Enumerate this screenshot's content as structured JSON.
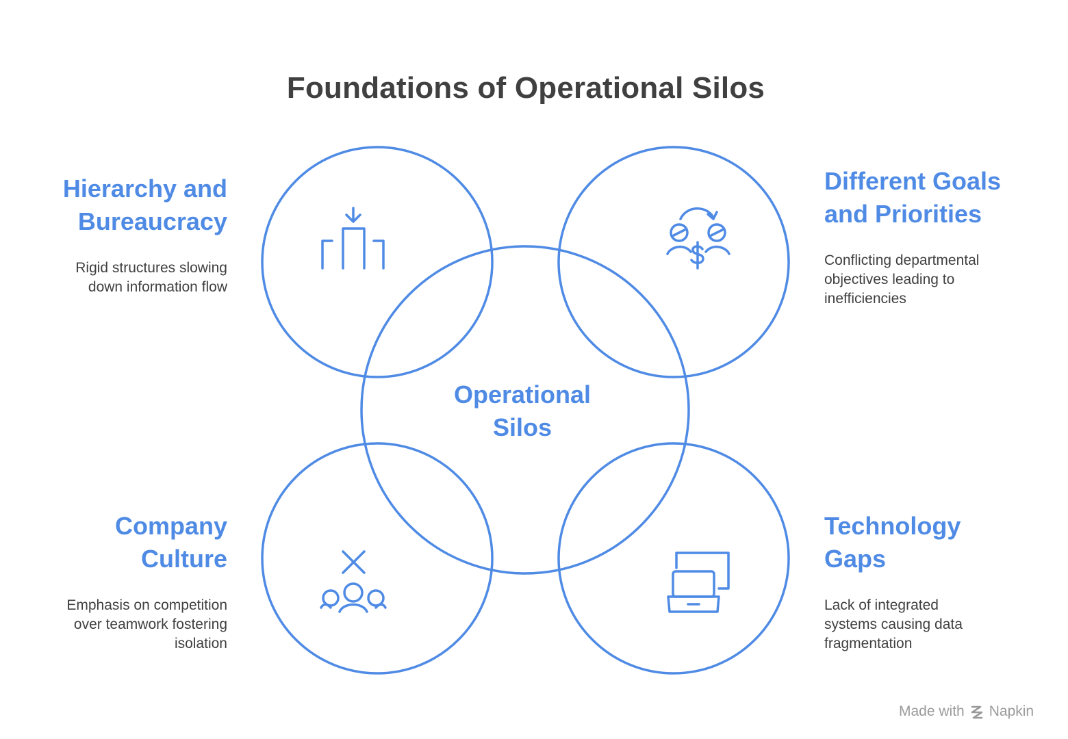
{
  "title": "Foundations of Operational Silos",
  "center": {
    "label_line1": "Operational",
    "label_line2": "Silos"
  },
  "accent_color": "#4f8be5",
  "text_color": "#404040",
  "items": [
    {
      "head_line1": "Hierarchy and",
      "head_line2": "Bureaucracy",
      "desc_line1": "Rigid structures slowing",
      "desc_line2": "down information flow",
      "desc_line3": "",
      "icon": "hierarchy-icon"
    },
    {
      "head_line1": "Different Goals",
      "head_line2": "and Priorities",
      "desc_line1": "Conflicting departmental",
      "desc_line2": "objectives leading to",
      "desc_line3": "inefficiencies",
      "icon": "conflicting-goals-icon"
    },
    {
      "head_line1": "Company",
      "head_line2": "Culture",
      "desc_line1": "Emphasis on competition",
      "desc_line2": "over teamwork fostering",
      "desc_line3": "isolation",
      "icon": "team-conflict-icon"
    },
    {
      "head_line1": "Technology",
      "head_line2": "Gaps",
      "desc_line1": "Lack of integrated",
      "desc_line2": "systems causing data",
      "desc_line3": "fragmentation",
      "icon": "disconnected-devices-icon"
    }
  ],
  "credit": {
    "made_with": "Made with",
    "brand": "Napkin"
  }
}
